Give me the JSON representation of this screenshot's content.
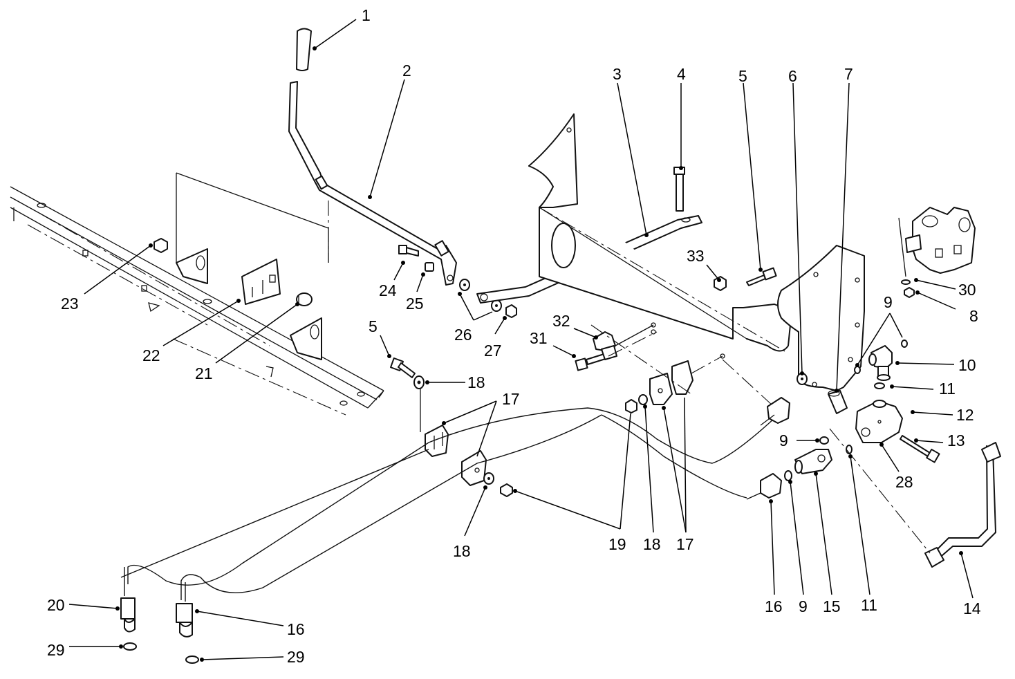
{
  "diagram": {
    "labels": [
      {
        "id": "1",
        "text": "1"
      },
      {
        "id": "2",
        "text": "2"
      },
      {
        "id": "3",
        "text": "3"
      },
      {
        "id": "4",
        "text": "4"
      },
      {
        "id": "5a",
        "text": "5"
      },
      {
        "id": "6",
        "text": "6"
      },
      {
        "id": "7",
        "text": "7"
      },
      {
        "id": "33",
        "text": "33"
      },
      {
        "id": "9a",
        "text": "9"
      },
      {
        "id": "30",
        "text": "30"
      },
      {
        "id": "8",
        "text": "8"
      },
      {
        "id": "10",
        "text": "10"
      },
      {
        "id": "11a",
        "text": "11"
      },
      {
        "id": "12",
        "text": "12"
      },
      {
        "id": "13",
        "text": "13"
      },
      {
        "id": "28",
        "text": "28"
      },
      {
        "id": "14",
        "text": "14"
      },
      {
        "id": "23",
        "text": "23"
      },
      {
        "id": "22",
        "text": "22"
      },
      {
        "id": "21",
        "text": "21"
      },
      {
        "id": "24",
        "text": "24"
      },
      {
        "id": "25",
        "text": "25"
      },
      {
        "id": "26",
        "text": "26"
      },
      {
        "id": "27",
        "text": "27"
      },
      {
        "id": "32",
        "text": "32"
      },
      {
        "id": "31",
        "text": "31"
      },
      {
        "id": "5b",
        "text": "5"
      },
      {
        "id": "18a",
        "text": "18"
      },
      {
        "id": "17a",
        "text": "17"
      },
      {
        "id": "18b",
        "text": "18"
      },
      {
        "id": "19",
        "text": "19"
      },
      {
        "id": "18c",
        "text": "18"
      },
      {
        "id": "17b",
        "text": "17"
      },
      {
        "id": "9b",
        "text": "9"
      },
      {
        "id": "16a",
        "text": "16"
      },
      {
        "id": "9c",
        "text": "9"
      },
      {
        "id": "15",
        "text": "15"
      },
      {
        "id": "11b",
        "text": "11"
      },
      {
        "id": "20",
        "text": "20"
      },
      {
        "id": "16b",
        "text": "16"
      },
      {
        "id": "29a",
        "text": "29"
      },
      {
        "id": "29b",
        "text": "29"
      }
    ]
  }
}
